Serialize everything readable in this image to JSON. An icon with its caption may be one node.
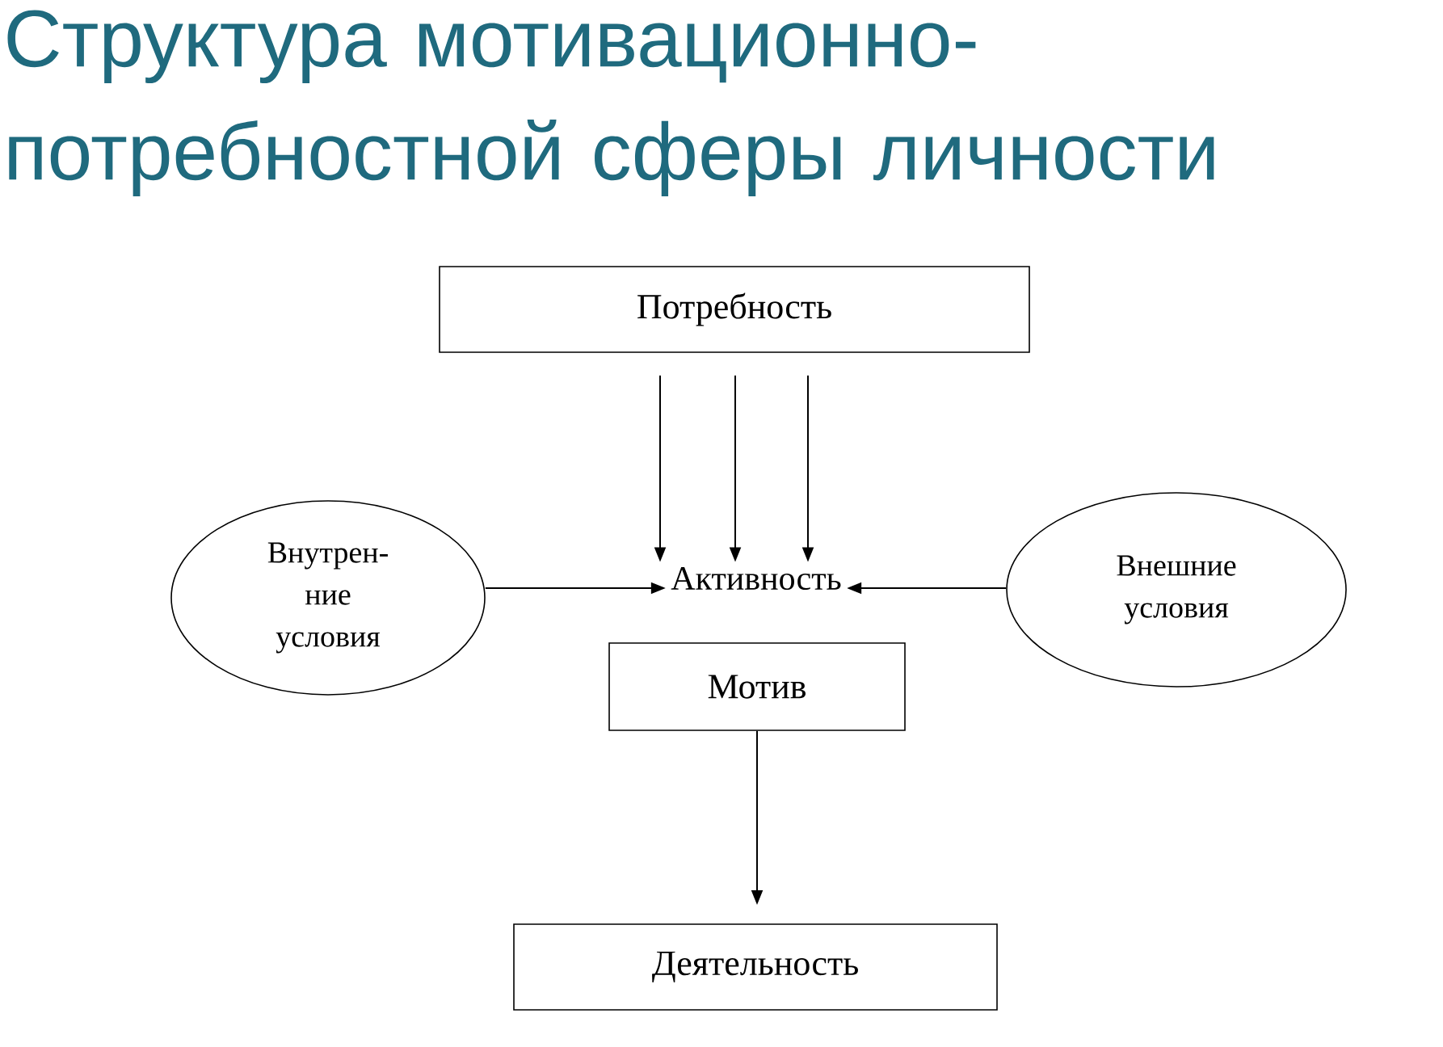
{
  "diagram": {
    "title": "Структура мотивационно-потребностной сферы личности",
    "nodes": [
      {
        "text": [
          "Потребность"
        ]
      },
      {
        "text": [
          "Внутрен- ние условия"
        ]
      },
      {
        "text": [
          "Активность"
        ]
      },
      {
        "text": [
          "Внешние условия"
        ]
      },
      {
        "text": [
          "Мотив"
        ]
      },
      {
        "text": [
          "Деятельность"
        ]
      }
    ],
    "edges": [
      {
        "from": 0,
        "to": 2,
        "arrow": "to"
      },
      {
        "from": 0,
        "to": 2,
        "arrow": "to"
      },
      {
        "from": 0,
        "to": 2,
        "arrow": "to"
      },
      {
        "from": 1,
        "to": 2,
        "arrow": "to"
      },
      {
        "from": 3,
        "to": 2,
        "arrow": "to"
      },
      {
        "from": 4,
        "to": 5,
        "arrow": "to"
      }
    ]
  }
}
